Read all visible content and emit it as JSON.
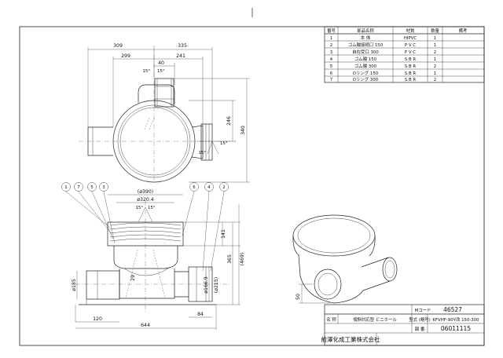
{
  "parts_table": {
    "headers": [
      "番号",
      "部品名称",
      "材質",
      "数量",
      "備考"
    ],
    "rows": [
      {
        "no": "1",
        "name": "本 体",
        "material": "HIPVC",
        "qty": "1",
        "note": ""
      },
      {
        "no": "2",
        "name": "ゴム輪接続口 150",
        "material": "P V C",
        "qty": "1",
        "note": ""
      },
      {
        "no": "3",
        "name": "自在受口 300",
        "material": "P V C",
        "qty": "2",
        "note": ""
      },
      {
        "no": "4",
        "name": "ゴム輪 150",
        "material": "S B R",
        "qty": "1",
        "note": ""
      },
      {
        "no": "5",
        "name": "ゴム輪 300",
        "material": "S B R",
        "qty": "2",
        "note": ""
      },
      {
        "no": "6",
        "name": "Oリング 150",
        "material": "S B R",
        "qty": "1",
        "note": ""
      },
      {
        "no": "7",
        "name": "Oリング 300",
        "material": "S B R",
        "qty": "2",
        "note": ""
      }
    ]
  },
  "top_view_dims": {
    "d309": "309",
    "d335": "335",
    "d299": "299",
    "d241": "241",
    "d40": "40",
    "a15": "15°",
    "a15b": "15°",
    "d246": "246",
    "d340": "340",
    "a15c": "15°",
    "a15d": "15°"
  },
  "front_view_dims": {
    "d390": "(ø390)",
    "d3204": "ø320.4",
    "a15": "15°",
    "a15b": "15°",
    "d141": "141",
    "d365": "365",
    "d469": "(469)",
    "d29": "29",
    "d185": "ø185",
    "d1669": "ø166.9",
    "d215": "(ø215)",
    "d120": "120",
    "d644": "644",
    "d84": "84"
  },
  "balloons": {
    "left": [
      "1",
      "7",
      "5",
      "3"
    ],
    "right": [
      "6",
      "4",
      "2"
    ]
  },
  "iso_view": {
    "d50": "50"
  },
  "title_block": {
    "code_label": "Mコード",
    "code_value": "46527",
    "name_label": "名 称",
    "name_value": "傾斜対応型 ビニホール",
    "model_label": "型式 (略号)",
    "model_value": "KFVHF-90Y改 150-300",
    "drawing_label": "図 番",
    "drawing_value": "06011115",
    "company": "前澤化成工業株式会社"
  }
}
